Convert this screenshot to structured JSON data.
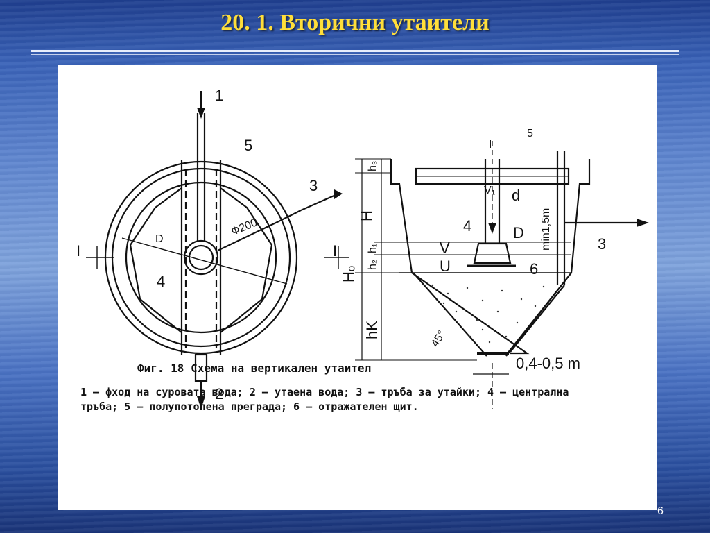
{
  "slide": {
    "title": "20. 1. Вторични утаители",
    "page_number": "6"
  },
  "figure": {
    "caption_title": "Фиг. 18   Схема на вертикален утаител",
    "caption_body": "1 — фход на суровата вода; 2 — утаена вода; 3 — тръба за утайки; 4 — централна тръба; 5 — полупотопена преграда; 6 — отражателен щит.",
    "plan_labels": {
      "inlet": "1",
      "outlet": "2",
      "sludge_pipe": "3",
      "baffle": "5",
      "center_pipe": "4",
      "diameter": "D",
      "pipe_diameter": "Ф200",
      "section_left": "I",
      "section_right": "I"
    },
    "section_labels": {
      "center_pipe_top": "I",
      "baffle": "5",
      "sludge_pipe": "3",
      "center_pipe": "4",
      "deflector": "6",
      "pipe_d": "d",
      "bell_D": "D",
      "velocity_v1": "V₁",
      "velocity_v": "V",
      "velocity_u": "U",
      "height_H": "H",
      "height_Ho": "Hₒ",
      "height_hk": "hK",
      "height_h1": "h₁",
      "height_h2": "h₂",
      "height_h3": "h₃",
      "min_depth": "min1,5m",
      "bottom_width": "0,4-0,5 m",
      "cone_angle": "45°"
    }
  }
}
